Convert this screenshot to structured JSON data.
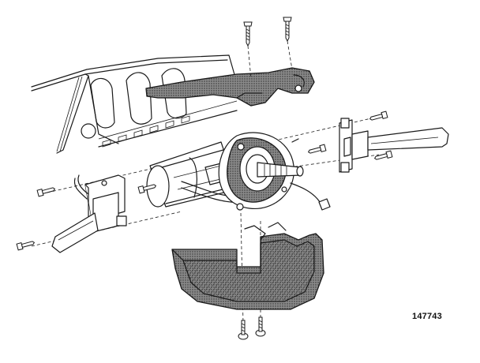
{
  "figure": {
    "reference_number": "147743",
    "colors": {
      "ink": "#1a1a1a",
      "paper": "#ffffff",
      "stipple": "#6e6e6e"
    }
  },
  "parts": [
    "dashboard-panel",
    "upper-column-shroud",
    "lower-column-shroud",
    "steering-column-shaft",
    "contact-ring",
    "left-combination-switch",
    "right-combination-switch",
    "shroud-screws"
  ]
}
